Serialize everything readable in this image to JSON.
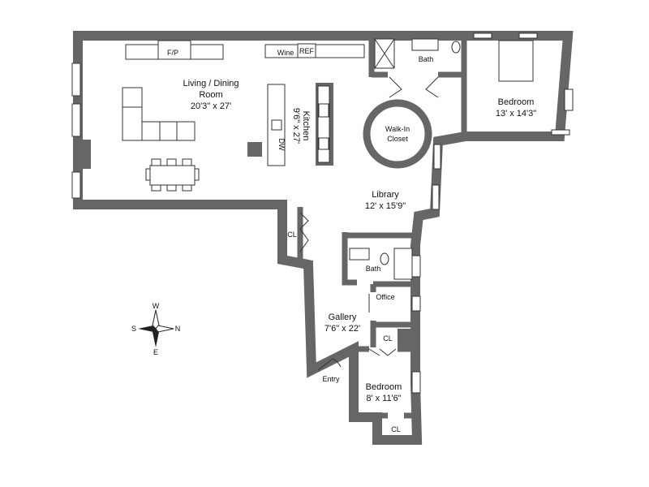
{
  "rooms": {
    "living": {
      "name_line1": "Living / Dining",
      "name_line2": "Room",
      "size": "20'3\" x 27'"
    },
    "kitchen": {
      "name": "Kitchen",
      "size": "9'6\" x 27'"
    },
    "bedroom_main": {
      "name": "Bedroom",
      "size": "13' x 14'3\""
    },
    "walk_in_closet": {
      "name_line1": "Walk-In",
      "name_line2": "Closet"
    },
    "library": {
      "name": "Library",
      "size": "12' x 15'9\""
    },
    "gallery": {
      "name": "Gallery",
      "size": "7'6\" x 22'"
    },
    "bedroom_second": {
      "name": "Bedroom",
      "size": "8' x 11'6\""
    }
  },
  "fixtures": {
    "fireplace": "F/P",
    "wine": "Wine",
    "refrigerator": "REF",
    "dishwasher": "DW",
    "bath_top": "Bath",
    "bath_library": "Bath",
    "office": "Office",
    "closet_gallery": "CL",
    "closet_bedroom_top": "CL",
    "closet_bedroom_bottom": "CL",
    "entry": "Entry"
  },
  "compass": {
    "north": "N",
    "south": "S",
    "east": "E",
    "west": "W"
  }
}
